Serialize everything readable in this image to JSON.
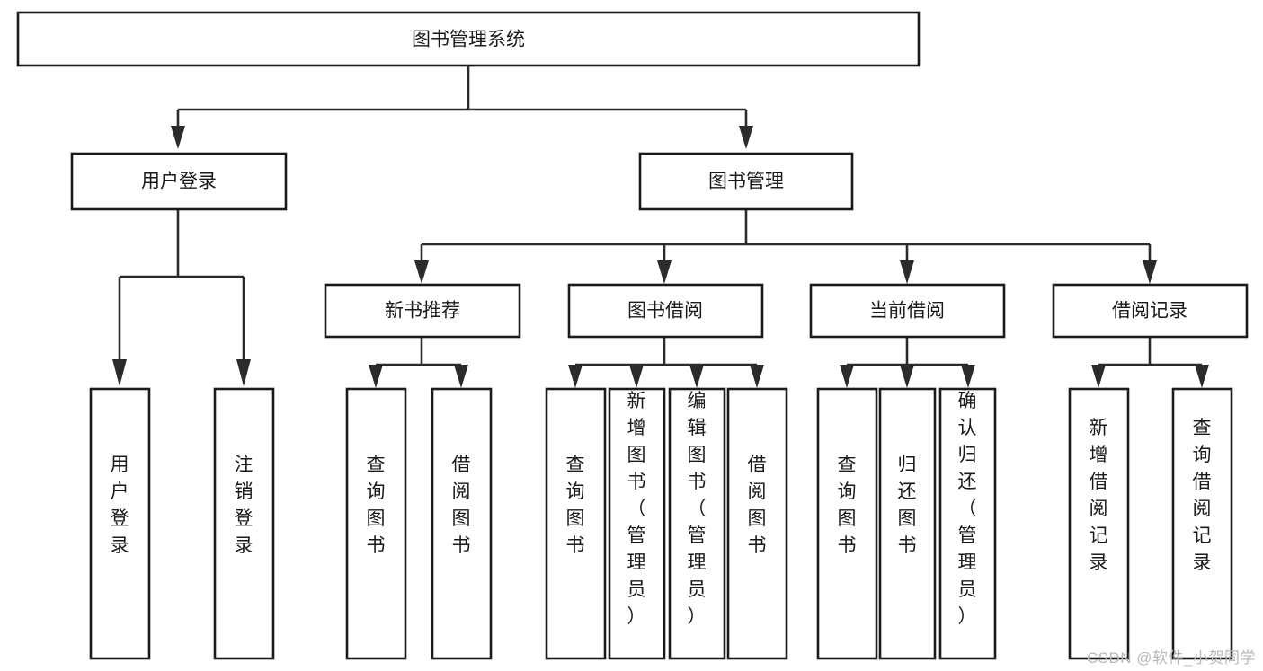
{
  "diagram": {
    "type": "tree",
    "title": "图书管理系统",
    "orientation": "top-down",
    "watermark": "CSDN @软件_小贺同学",
    "nodes": {
      "root": {
        "label": "图书管理系统",
        "level": 0
      },
      "l1": [
        {
          "id": "user-login",
          "label": "用户登录"
        },
        {
          "id": "book-manage",
          "label": "图书管理"
        }
      ],
      "l2": [
        {
          "id": "new-book-rec",
          "label": "新书推荐",
          "parent": "book-manage"
        },
        {
          "id": "book-borrow",
          "label": "图书借阅",
          "parent": "book-manage"
        },
        {
          "id": "current-borrow",
          "label": "当前借阅",
          "parent": "book-manage"
        },
        {
          "id": "borrow-record",
          "label": "借阅记录",
          "parent": "book-manage"
        }
      ],
      "leaves": [
        {
          "id": "leaf-user-login",
          "label": "用户登录",
          "parent": "user-login"
        },
        {
          "id": "leaf-user-logout",
          "label": "注销登录",
          "parent": "user-login"
        },
        {
          "id": "leaf-query-book-1",
          "label": "查询图书",
          "parent": "new-book-rec"
        },
        {
          "id": "leaf-borrow-book-1",
          "label": "借阅图书",
          "parent": "new-book-rec"
        },
        {
          "id": "leaf-query-book-2",
          "label": "查询图书",
          "parent": "book-borrow"
        },
        {
          "id": "leaf-add-book",
          "label": "新增图书（管理员）",
          "parent": "book-borrow"
        },
        {
          "id": "leaf-edit-book",
          "label": "编辑图书（管理员）",
          "parent": "book-borrow"
        },
        {
          "id": "leaf-borrow-book-2",
          "label": "借阅图书",
          "parent": "book-borrow"
        },
        {
          "id": "leaf-query-book-3",
          "label": "查询图书",
          "parent": "current-borrow"
        },
        {
          "id": "leaf-return-book",
          "label": "归还图书",
          "parent": "current-borrow"
        },
        {
          "id": "leaf-confirm-return",
          "label": "确认归还（管理员）",
          "parent": "current-borrow"
        },
        {
          "id": "leaf-add-record",
          "label": "新增借阅记录",
          "parent": "borrow-record"
        },
        {
          "id": "leaf-query-record",
          "label": "查询借阅记录",
          "parent": "borrow-record"
        }
      ]
    },
    "colors": {
      "box_fill": "#ffffff",
      "box_stroke": "#1a1a1a",
      "connector": "#2b2b2b",
      "text": "#1a1a1a",
      "watermark": "#b9b9b9",
      "background": "#ffffff"
    }
  }
}
